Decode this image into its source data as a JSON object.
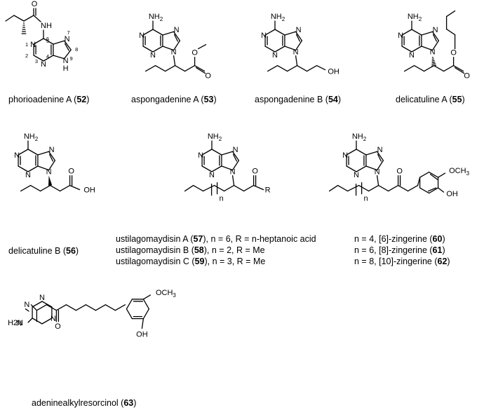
{
  "compounds": [
    {
      "name": "phorioadenine A",
      "num": "52"
    },
    {
      "name": "aspongadenine A",
      "num": "53"
    },
    {
      "name": "aspongadenine B",
      "num": "54"
    },
    {
      "name": "delicatuline A",
      "num": "55"
    },
    {
      "name": "delicatuline B",
      "num": "56"
    },
    {
      "name": "ustilagomaydisin A",
      "num": "57",
      "details": "n = 6, R = n-heptanoic acid"
    },
    {
      "name": "ustilagomaydisin B",
      "num": "58",
      "details": "n = 2, R = Me"
    },
    {
      "name": "ustilagomaydisin C",
      "num": "59",
      "details": "n = 3, R = Me"
    },
    {
      "name": "[6]-zingerine",
      "num": "60",
      "prefix": "n = 4,"
    },
    {
      "name": "[8]-zingerine",
      "num": "61",
      "prefix": "n = 6,"
    },
    {
      "name": "[10]-zingerine",
      "num": "62",
      "prefix": "n = 8,"
    },
    {
      "name": "adeninealkylresorcinol",
      "num": "63"
    }
  ],
  "atom_labels": {
    "nh2": "NH2",
    "h2n": "H2N",
    "nh": "NH",
    "h": "H",
    "n": "N",
    "o": "O",
    "oh": "OH",
    "och3": "OCH3",
    "r": "R",
    "n_index": "n"
  },
  "ring_numbers": [
    "1",
    "2",
    "3",
    "4",
    "5",
    "6",
    "7",
    "8",
    "9"
  ]
}
